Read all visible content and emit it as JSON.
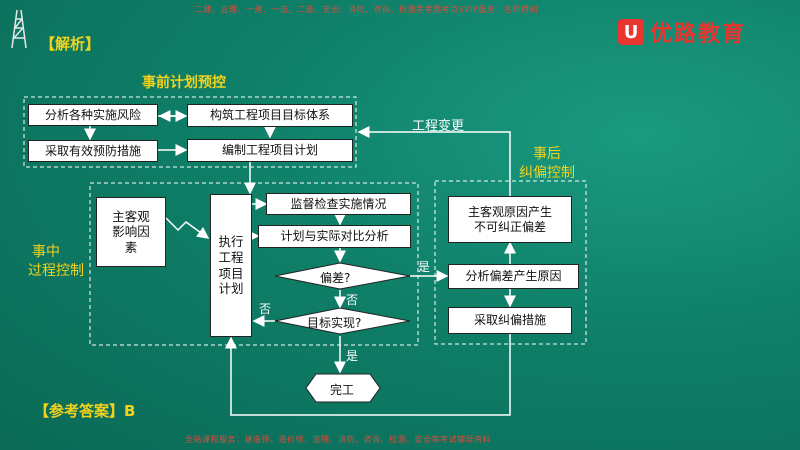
{
  "header": {
    "top_note": "二建、监理、一建、一造、二造、安全、消防、咨询、检测等考题考点SVIP服务：名师特训",
    "brand_mark": "U",
    "brand_name": "优路教育",
    "section_label": "【解析】"
  },
  "diagram": {
    "group_pre": {
      "label": "事前计划预控"
    },
    "group_mid": {
      "label_line1": "事中",
      "label_line2": "过程控制"
    },
    "group_post": {
      "label_line1": "事后",
      "label_line2": "纠偏控制"
    },
    "boxes": {
      "analyze_risk": "分析各种实施风险",
      "build_target": "构筑工程项目目标体系",
      "prevent": "采取有效预防措施",
      "make_plan": "编制工程项目计划",
      "factor_line1": "主客观",
      "factor_line2": "影响因",
      "factor_line3": "素",
      "exec_line1": "执行",
      "exec_line2": "工程",
      "exec_line3": "项目",
      "exec_line4": "计划",
      "monitor": "监督检查实施情况",
      "compare": "计划与实际对比分析",
      "deviation": "偏差?",
      "goal": "目标实现?",
      "done": "完工",
      "uncorrectable_line1": "主客观原因产生",
      "uncorrectable_line2": "不可纠正偏差",
      "analyze_cause": "分析偏差产生原因",
      "correct": "采取纠偏措施"
    },
    "labels": {
      "change": "工程变更",
      "yes_deviation": "是",
      "no_deviation": "否",
      "no_goal": "否",
      "yes_goal": "是"
    }
  },
  "footer": {
    "answer": "【参考答案】B",
    "bottom_note": "全站课程服务：建造师、造价师、监理、消防、咨询、检测、安全等考试辅导资料"
  }
}
